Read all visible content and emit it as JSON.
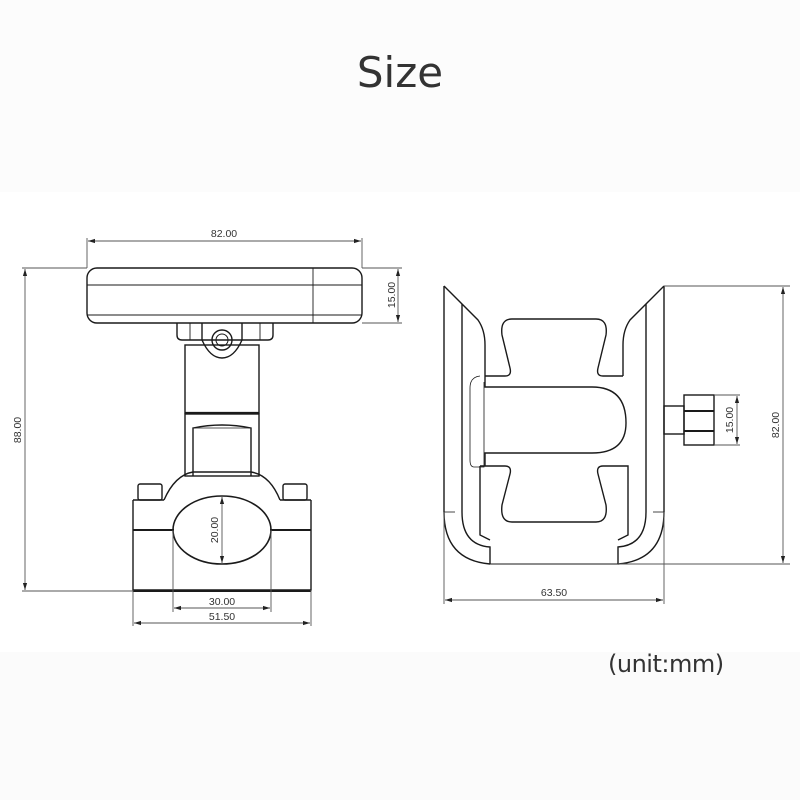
{
  "title": "Size",
  "unit_note": "(unit:mm)",
  "colors": {
    "line": "#1a1a1a",
    "dimension_line": "#555555",
    "text": "#333333"
  },
  "views": {
    "side_view": {
      "dimensions": {
        "overall_width": "82.00",
        "head_thickness": "15.00",
        "overall_height": "88.00",
        "clamp_bore_height": "20.00",
        "clamp_bore_width": "30.00",
        "clamp_width": "51.50"
      }
    },
    "front_view": {
      "dimensions": {
        "knob_height": "15.00",
        "overall_height": "82.00",
        "overall_width": "63.50"
      }
    }
  }
}
